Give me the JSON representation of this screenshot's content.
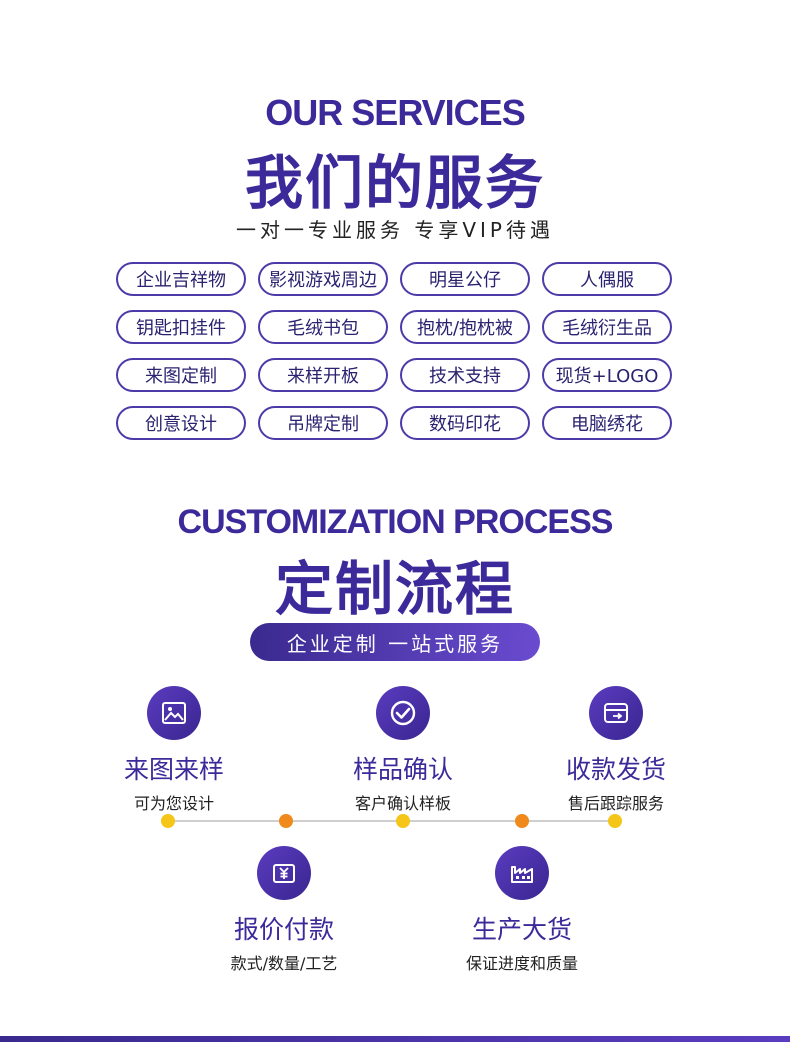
{
  "services": {
    "title_en": "OUR SERVICES",
    "title_cn": "我们的服务",
    "subtitle": "一对一专业服务 专享VIP待遇",
    "tags": [
      "企业吉祥物",
      "影视游戏周边",
      "明星公仔",
      "人偶服",
      "钥匙扣挂件",
      "毛绒书包",
      "抱枕/抱枕被",
      "毛绒衍生品",
      "来图定制",
      "来样开板",
      "技术支持",
      "现货+LOGO",
      "创意设计",
      "吊牌定制",
      "数码印花",
      "电脑绣花"
    ]
  },
  "process": {
    "title_en": "CUSTOMIZATION PROCESS",
    "title_cn": "定制流程",
    "pill": "企业定制 一站式服务",
    "steps": [
      {
        "icon": "image-icon",
        "title": "来图来样",
        "desc": "可为您设计"
      },
      {
        "icon": "check-circle-icon",
        "title": "样品确认",
        "desc": "客户确认样板"
      },
      {
        "icon": "delivery-card-icon",
        "title": "收款发货",
        "desc": "售后跟踪服务"
      },
      {
        "icon": "yen-box-icon",
        "title": "报价付款",
        "desc": "款式/数量/工艺"
      },
      {
        "icon": "factory-icon",
        "title": "生产大货",
        "desc": "保证进度和质量"
      }
    ],
    "dot_colors": [
      "#f5c518",
      "#f08a1c",
      "#f5c518",
      "#f08a1c",
      "#f5c518"
    ]
  }
}
